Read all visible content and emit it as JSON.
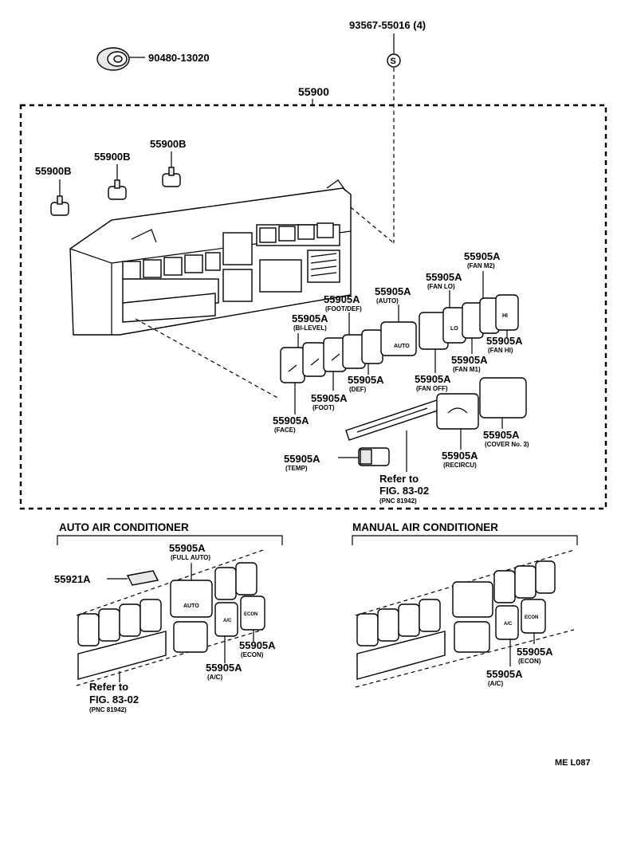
{
  "labels": {
    "bulb_socket": "90480-13020",
    "screw": "93567-55016 (4)",
    "screw_symbol": "S",
    "assembly": "55900",
    "bulb_a": "55900B",
    "bulb_b": "55900B",
    "bulb_c": "55900B",
    "fan_m2": {
      "pn": "55905A",
      "sub": "(FAN M2)"
    },
    "fan_lo": {
      "pn": "55905A",
      "sub": "(FAN LO)"
    },
    "auto": {
      "pn": "55905A",
      "sub": "(AUTO)"
    },
    "foot_def": {
      "pn": "55905A",
      "sub": "(FOOT/DEF)"
    },
    "bi_level": {
      "pn": "55905A",
      "sub": "(BI-LEVEL)"
    },
    "fan_hi": {
      "pn": "55905A",
      "sub": "(FAN HI)"
    },
    "fan_m1": {
      "pn": "55905A",
      "sub": "(FAN M1)"
    },
    "fan_off": {
      "pn": "55905A",
      "sub": "(FAN OFF)"
    },
    "def": {
      "pn": "55905A",
      "sub": "(DEF)"
    },
    "foot": {
      "pn": "55905A",
      "sub": "(FOOT)"
    },
    "face": {
      "pn": "55905A",
      "sub": "(FACE)"
    },
    "cover3": {
      "pn": "55905A",
      "sub": "(COVER No. 3)"
    },
    "recircu": {
      "pn": "55905A",
      "sub": "(RECIRCU)"
    },
    "temp": {
      "pn": "55905A",
      "sub": "(TEMP)"
    },
    "refer_top": {
      "line1": "Refer to",
      "line2": "FIG. 83-02",
      "sub": "(PNC 81942)"
    }
  },
  "button_glyphs": {
    "auto": "AUTO",
    "lo": "LO",
    "hi": "HI",
    "ac": "A/C",
    "econ": "ECON"
  },
  "auto_section": {
    "heading": "AUTO AIR CONDITIONER",
    "full_auto": {
      "pn": "55905A",
      "sub": "(FULL AUTO)"
    },
    "bracket": "55921A",
    "econ": {
      "pn": "55905A",
      "sub": "(ECON)"
    },
    "ac": {
      "pn": "55905A",
      "sub": "(A/C)"
    },
    "refer": {
      "line1": "Refer to",
      "line2": "FIG. 83-02",
      "sub": "(PNC 81942)"
    }
  },
  "manual_section": {
    "heading": "MANUAL AIR CONDITIONER",
    "econ": {
      "pn": "55905A",
      "sub": "(ECON)"
    },
    "ac": {
      "pn": "55905A",
      "sub": "(A/C)"
    }
  },
  "figure_code": "ME L087"
}
